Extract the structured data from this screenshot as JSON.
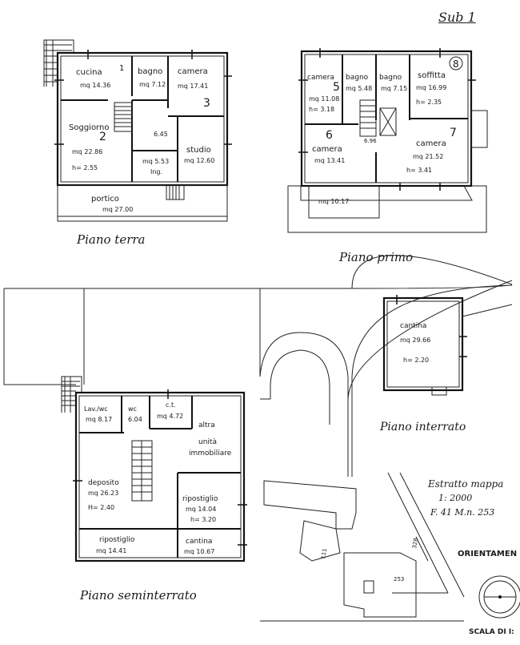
{
  "sheet": {
    "sub_label": "Sub 1"
  },
  "floors": {
    "terra": {
      "title": "Piano terra",
      "rooms": {
        "cucina": {
          "name": "cucina",
          "num": "1",
          "area": "mq 14.36"
        },
        "bagno": {
          "name": "bagno",
          "area": "mq 7.12"
        },
        "camera": {
          "name": "camera",
          "num": "3",
          "area": "mq 17.41"
        },
        "soggiorno": {
          "name": "Soggiorno",
          "num": "2",
          "area": "mq 22.86",
          "h": "h= 2.55"
        },
        "hall": {
          "area": "6.45"
        },
        "ing": {
          "area": "mq 5.53",
          "name": "Ing."
        },
        "studio": {
          "name": "studio",
          "area": "mq 12.60"
        },
        "portico": {
          "name": "portico",
          "area": "mq 27.00"
        }
      }
    },
    "primo": {
      "title": "Piano primo",
      "rooms": {
        "camera1": {
          "name": "camera",
          "num": "5",
          "area": "mq 11.08",
          "h": "h= 3.18"
        },
        "bagno1": {
          "name": "bagno",
          "area": "mq 5.48"
        },
        "bagno2": {
          "name": "bagno",
          "area": "mq 7.15"
        },
        "soffitta": {
          "name": "soffitta",
          "num": "8",
          "area": "mq 16.99",
          "h": "h= 2.35"
        },
        "camera2": {
          "name": "camera",
          "num": "6",
          "area": "mq 13.41"
        },
        "hall": {
          "area": "6.96"
        },
        "camera3": {
          "name": "camera",
          "num": "7",
          "area": "mq 21.52",
          "h": "h= 3.41"
        },
        "terrazzo": {
          "area": "mq 10.17"
        }
      }
    },
    "interrato": {
      "title": "Piano interrato",
      "rooms": {
        "cantina": {
          "name": "cantina",
          "area": "mq 29.66",
          "h": "h= 2.20"
        }
      }
    },
    "seminterrato": {
      "title": "Piano seminterrato",
      "rooms": {
        "lav": {
          "name": "Lav./wc",
          "area": "mq 8.17"
        },
        "wc": {
          "name": "wc",
          "area": "6.04"
        },
        "ct": {
          "name": "c.t.",
          "area": "mq 4.72"
        },
        "altra": {
          "line1": "altra",
          "line2": "unità",
          "line3": "immobiliare"
        },
        "deposito": {
          "name": "deposito",
          "area": "mq 26.23",
          "h": "H= 2.40"
        },
        "ripostiglio1": {
          "name": "ripostiglio",
          "area": "mq 14.04",
          "h": "h= 3.20"
        },
        "ripostiglio2": {
          "name": "ripostiglio",
          "area": "mq 14.41"
        },
        "cantina": {
          "name": "cantina",
          "area": "mq 10.67"
        }
      }
    }
  },
  "map": {
    "title": "Estratto mappa",
    "scale": "1: 2000",
    "ref": "F. 41 M.n. 253",
    "parcels": [
      "111",
      "253",
      "328"
    ],
    "orientation": "ORIENTAMEN",
    "scale_label": "SCALA DI I:"
  }
}
